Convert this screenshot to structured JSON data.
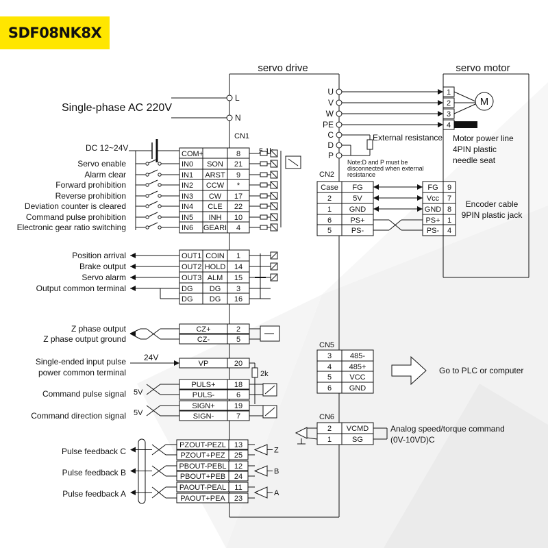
{
  "model": "SDF08NK8X",
  "drive_title": "servo drive",
  "motor_title": "servo motor",
  "power": {
    "label": "Single-phase AC 220V",
    "terminals": [
      "L",
      "N"
    ]
  },
  "cn1_label": "CN1",
  "dc_supply": "DC 12~24V",
  "resistor_51k": "5.1k",
  "inputs": [
    {
      "label": "Servo enable",
      "pin_in": "COM+",
      "sig": "",
      "num": "8"
    },
    {
      "label": "Servo enable",
      "pin_in": "IN0",
      "sig": "SON",
      "num": "21"
    },
    {
      "label": "Alarm clear",
      "pin_in": "IN1",
      "sig": "ARST",
      "num": "9"
    },
    {
      "label": "Forward prohibition",
      "pin_in": "IN2",
      "sig": "CCW",
      "num": "*"
    },
    {
      "label": "Reverse prohibition",
      "pin_in": "IN3",
      "sig": "CW",
      "num": "17"
    },
    {
      "label": "Deviation counter is cleared",
      "pin_in": "IN4",
      "sig": "CLE",
      "num": "22"
    },
    {
      "label": "Command pulse prohibition",
      "pin_in": "IN5",
      "sig": "INH",
      "num": "10"
    },
    {
      "label": "Electronic gear ratio switching",
      "pin_in": "IN6",
      "sig": "GEARI",
      "num": "4"
    }
  ],
  "outputs": [
    {
      "label": "Position arrival",
      "pin_out": "OUT1",
      "sig": "COIN",
      "num": "1"
    },
    {
      "label": "Brake output",
      "pin_out": "OUT2",
      "sig": "HOLD",
      "num": "14"
    },
    {
      "label": "Servo alarm",
      "pin_out": "OUT3",
      "sig": "ALM",
      "num": "15"
    },
    {
      "label": "Output common terminal",
      "pin_out": "DG",
      "sig": "DG",
      "num": "3"
    },
    {
      "label": "",
      "pin_out": "DG",
      "sig": "DG",
      "num": "16"
    }
  ],
  "zphase": [
    {
      "label": "Z phase output",
      "sig": "CZ+",
      "num": "2"
    },
    {
      "label": "Z phase output ground",
      "sig": "CZ-",
      "num": "5"
    }
  ],
  "vp": {
    "label1": "Single-ended input pulse",
    "label2": "power common terminal",
    "volt": "24V",
    "sig": "VP",
    "num": "20",
    "res": "2k"
  },
  "pulse_signals": [
    {
      "sig": "PULS+",
      "num": "18"
    },
    {
      "sig": "PULS-",
      "num": "6"
    },
    {
      "sig": "SIGN+",
      "num": "19"
    },
    {
      "sig": "SIGN-",
      "num": "7"
    }
  ],
  "cmd_pulse_label": "Command pulse signal",
  "cmd_dir_label": "Command direction signal",
  "five_v": "5V",
  "feedback": [
    {
      "label": "Pulse feedback C",
      "sig1": "PZOUT-PEZL",
      "n1": "13",
      "sig2": "PZOUT+PEZ",
      "n2": "25",
      "ch": "Z"
    },
    {
      "label": "Pulse feedback B",
      "sig1": "PBOUT-PEBL",
      "n1": "12",
      "sig2": "PBOUT+PEB",
      "n2": "24",
      "ch": "B"
    },
    {
      "label": "Pulse feedback A",
      "sig1": "PAOUT-PEAL",
      "n1": "11",
      "sig2": "PAOUT+PEA",
      "n2": "23",
      "ch": "A"
    }
  ],
  "motor_terms": [
    {
      "t": "U",
      "n": "1"
    },
    {
      "t": "V",
      "n": "2"
    },
    {
      "t": "W",
      "n": "3"
    },
    {
      "t": "PE",
      "n": "4"
    }
  ],
  "motor_symbol": "M",
  "regen_terms": [
    "C",
    "D",
    "P"
  ],
  "external_resistance": "External resistance",
  "note": [
    "Note:D and P must be",
    "disconnected when external",
    "resistance"
  ],
  "motor_power_line": [
    "Motor power line",
    "4PIN plastic",
    "needle seat"
  ],
  "cn2_label": "CN2",
  "cn2_rows": [
    {
      "a": "Case",
      "b": "FG",
      "c": "FG",
      "d": "9"
    },
    {
      "a": "2",
      "b": "5V",
      "c": "Vcc",
      "d": "7"
    },
    {
      "a": "1",
      "b": "GND",
      "c": "GND",
      "d": "8"
    },
    {
      "a": "6",
      "b": "PS+",
      "c": "PS+",
      "d": "1"
    },
    {
      "a": "5",
      "b": "PS-",
      "c": "PS-",
      "d": "4"
    }
  ],
  "encoder_cable": [
    "Encoder cable",
    "9PIN plastic jack"
  ],
  "cn5_label": "CN5",
  "cn5_rows": [
    {
      "n": "3",
      "s": "485-"
    },
    {
      "n": "4",
      "s": "485+"
    },
    {
      "n": "5",
      "s": "VCC"
    },
    {
      "n": "6",
      "s": "GND"
    }
  ],
  "plc_label": "Go to PLC or computer",
  "cn6_label": "CN6",
  "cn6_rows": [
    {
      "n": "2",
      "s": "VCMD"
    },
    {
      "n": "1",
      "s": "SG"
    }
  ],
  "analog_label": [
    "Analog speed/torque command",
    "(0V-10VD)C"
  ]
}
